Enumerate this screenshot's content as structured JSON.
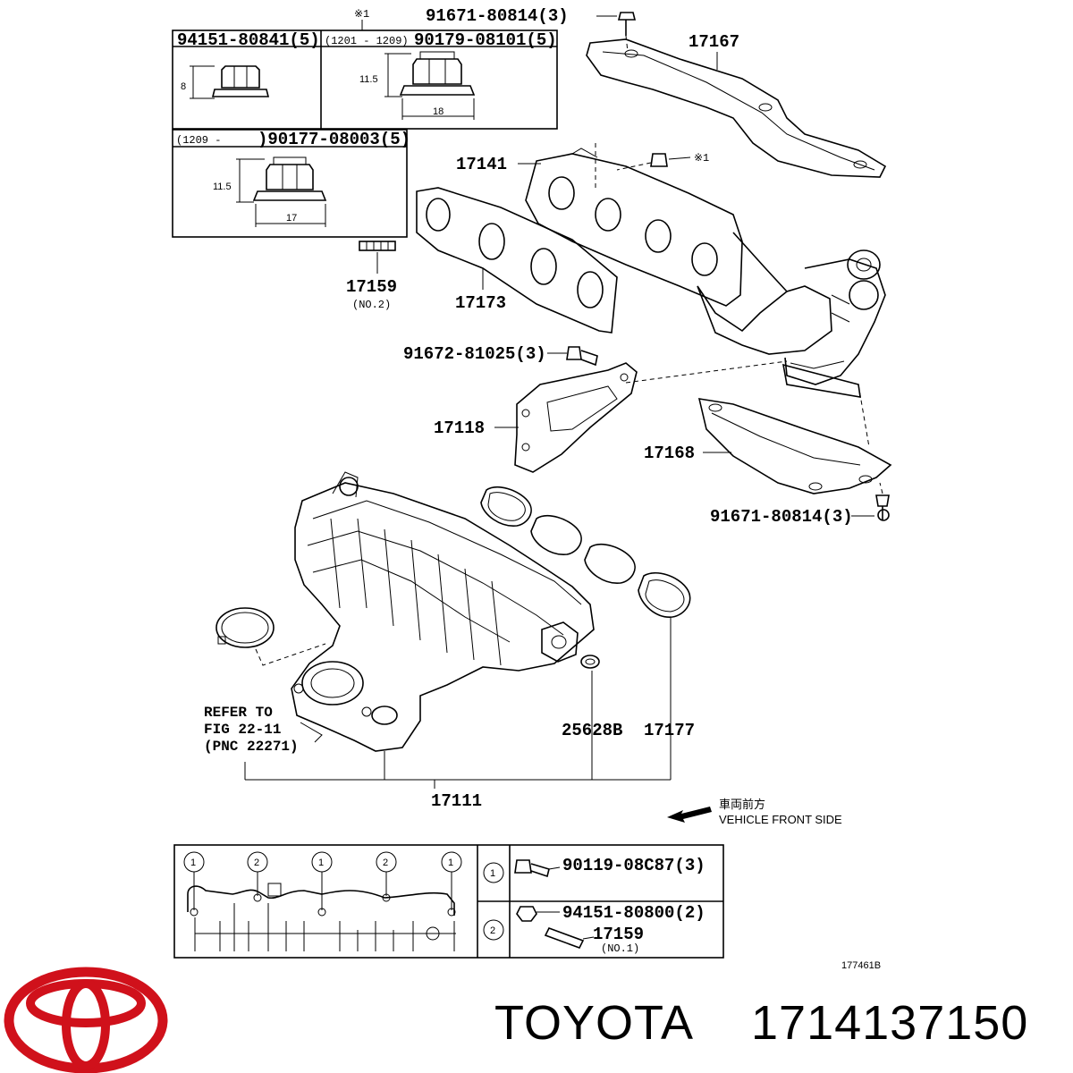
{
  "diagram": {
    "figure_code": "177461B",
    "notes": {
      "mark": "※1",
      "front_jp": "車両前方",
      "front_en": "VEHICLE FRONT SIDE"
    },
    "inset_nuts": {
      "nut1_part": "94151-80841(5)",
      "nut1_height": "8",
      "nut2_range": "(1201 - 1209)",
      "nut2_part": "90179-08101(5)",
      "nut2_height": "11.5",
      "nut2_width": "18",
      "nut3_range": "(1209 -",
      "nut3_part": ")90177-08003(5)",
      "nut3_height": "11.5",
      "nut3_width": "17"
    },
    "callouts": {
      "bolt_top": "91671-80814(3)",
      "heat_insulator_upper": "17167",
      "exhaust_manifold": "17141",
      "mark_small": "※1",
      "stud_no2": "17159",
      "stud_no2_note": "(NO.2)",
      "gasket_exhaust": "17173",
      "bolt_stay": "91672-81025(3)",
      "manifold_stay": "17118",
      "heat_insulator_lower": "17168",
      "bolt_lower": "91671-80814(3)",
      "refer_line1": "REFER TO",
      "refer_line2": "FIG 22-11",
      "refer_line3": "(PNC 22271)",
      "gasket_small": "25628B",
      "gasket_intake": "17177",
      "intake_manifold": "17111"
    },
    "fastener_table": {
      "circle1": "1",
      "circle2": "2",
      "row1_part": "90119-08C87(3)",
      "row2_part": "94151-80800(2)",
      "row2_stud": "17159",
      "row2_stud_note": "(NO.1)"
    }
  },
  "footer": {
    "brand": "TOYOTA",
    "part_number": "1714137150"
  }
}
